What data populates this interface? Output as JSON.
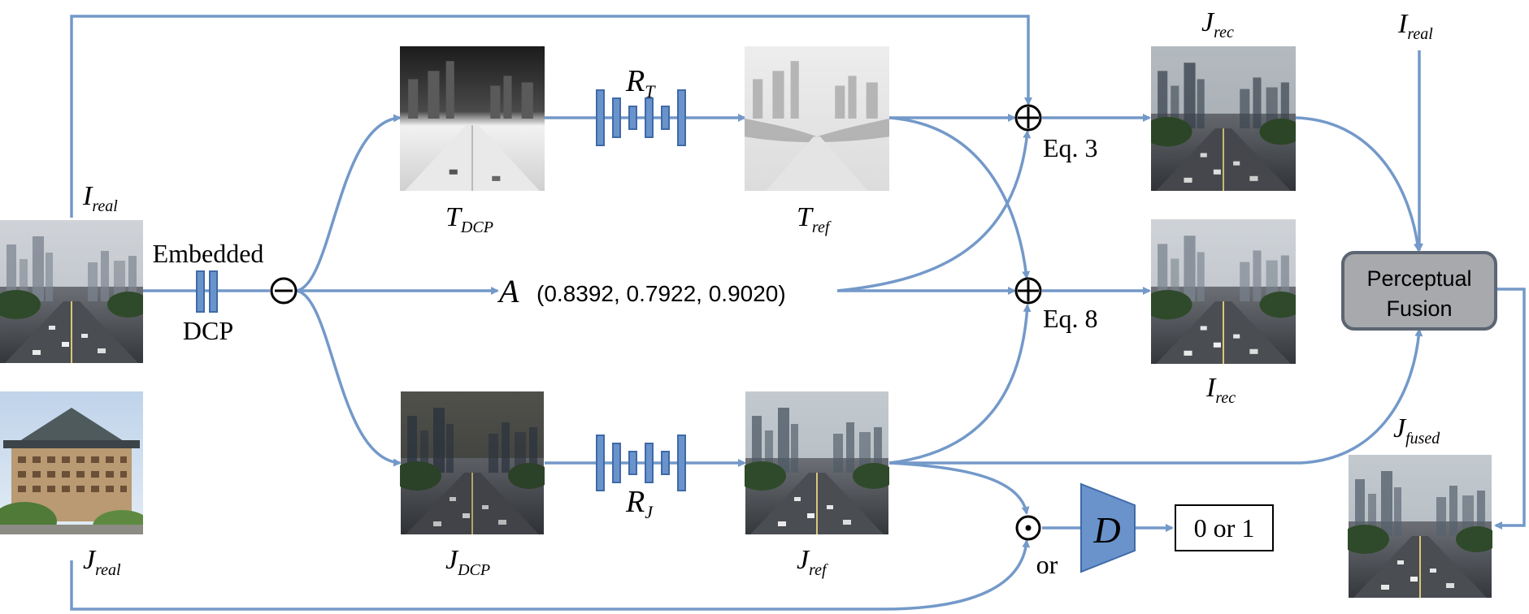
{
  "colors": {
    "arrow": "#7399c9",
    "block": "#6a93cc",
    "fusion_fill": "#a7a9ac",
    "fusion_stroke": "#5c6573"
  },
  "labels": {
    "i_real_left": {
      "base": "I",
      "sub": "real"
    },
    "i_real_right": {
      "base": "I",
      "sub": "real"
    },
    "j_real": {
      "base": "J",
      "sub": "real"
    },
    "t_dcp": {
      "base": "T",
      "sub": "DCP"
    },
    "t_ref": {
      "base": "T",
      "sub": "ref"
    },
    "j_dcp": {
      "base": "J",
      "sub": "DCP"
    },
    "j_ref": {
      "base": "J",
      "sub": "ref"
    },
    "j_rec": {
      "base": "J",
      "sub": "rec"
    },
    "i_rec": {
      "base": "I",
      "sub": "rec"
    },
    "j_fused": {
      "base": "J",
      "sub": "fused"
    },
    "r_t": {
      "base": "R",
      "sub": "T"
    },
    "r_j": {
      "base": "R",
      "sub": "J"
    },
    "a_symbol": "A",
    "a_value": "(0.8392, 0.7922, 0.9020)",
    "embedded": "Embedded",
    "dcp": "DCP",
    "eq3": "Eq. 3",
    "eq8": "Eq. 8",
    "or": "or",
    "discriminator": "D",
    "output": "0 or 1",
    "fusion_line1": "Perceptual",
    "fusion_line2": "Fusion"
  },
  "operators": {
    "minus": "minus-circle-icon",
    "plus": "plus-circle-icon",
    "dot": "dot-circle-icon"
  }
}
